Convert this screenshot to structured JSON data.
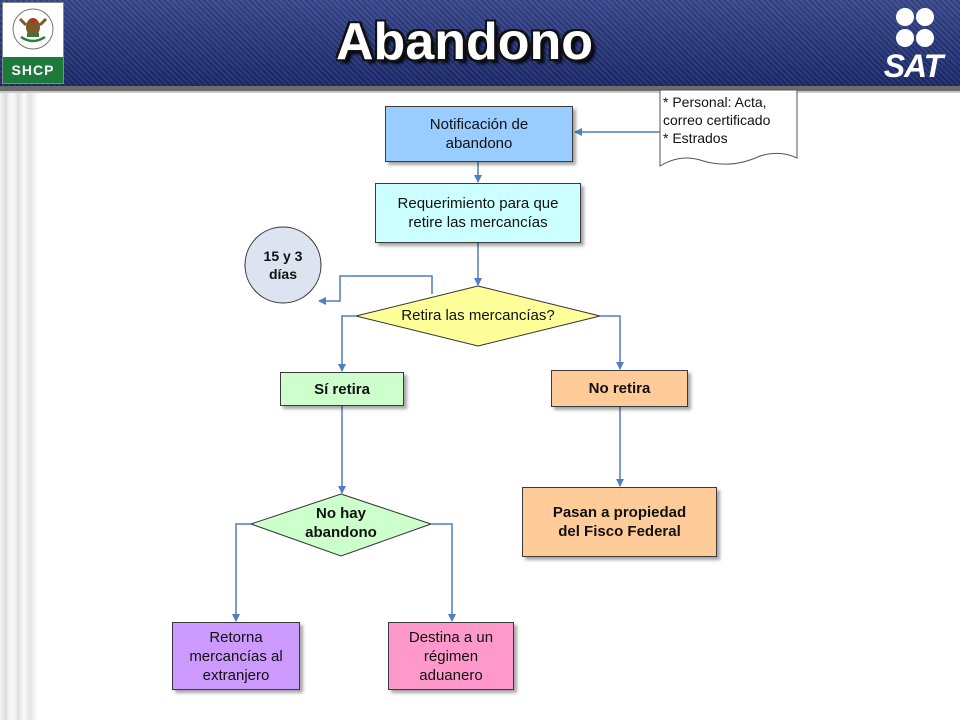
{
  "header": {
    "title": "Abandono",
    "left_logo_label": "SHCP",
    "right_logo_label": "SAT"
  },
  "flowchart": {
    "notificacion": "Notificación de\nabandono",
    "note_lines": "* Personal: Acta,\ncorreo certificado\n* Estrados",
    "requerimiento": "Requerimiento para que\nretire las mercancías",
    "plazo": "15 y 3\ndías",
    "decision_retira": "Retira las mercancías?",
    "si_retira": "Sí retira",
    "no_retira": "No retira",
    "no_hay_abandono": "No hay\nabandono",
    "pasan_propiedad": "Pasan a propiedad\ndel Fisco Federal",
    "retorna": "Retorna\nmercancías al\nextranjero",
    "destina": "Destina a un\nrégimen\naduanero"
  },
  "colors": {
    "header_blue": "#2a3a86",
    "notificacion_fill": "#99ccff",
    "requerimiento_fill": "#ccffff",
    "decision_fill": "#ffff99",
    "si_retira_fill": "#ccffcc",
    "no_retira_fill": "#ffcc99",
    "retorna_fill": "#cc99ff",
    "destina_fill": "#ff99cc",
    "plazo_fill": "#dde3f0",
    "arrow": "#4f7fbf"
  }
}
